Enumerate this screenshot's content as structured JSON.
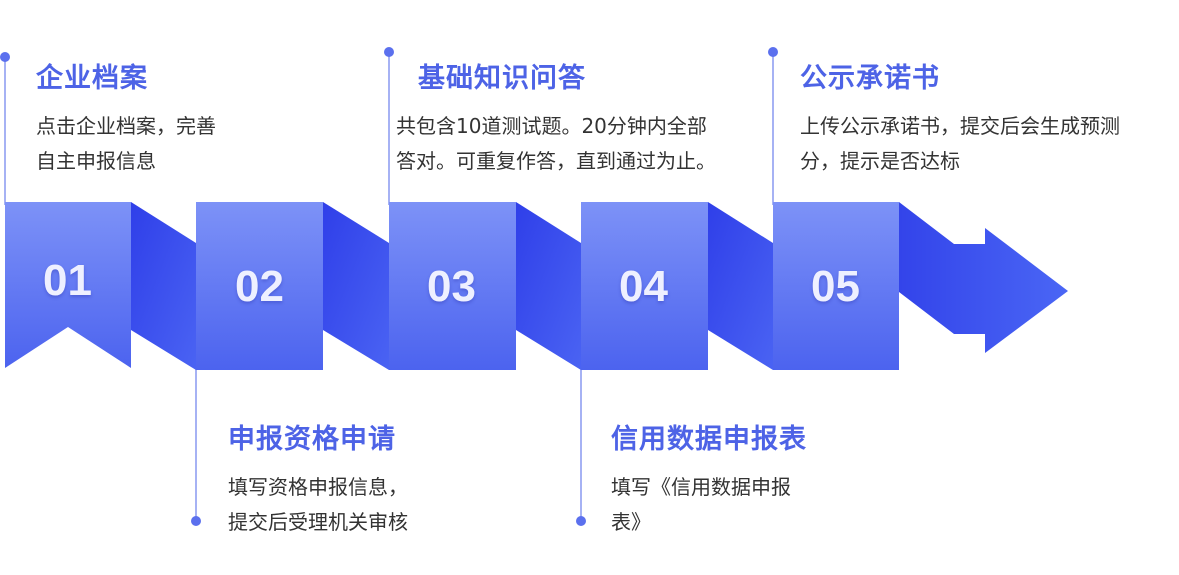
{
  "steps": [
    {
      "number": "01",
      "title": "企业档案",
      "desc": [
        "点击企业档案，完善",
        "自主申报信息"
      ]
    },
    {
      "number": "02",
      "title": "申报资格申请",
      "desc": [
        "填写资格申报信息，",
        "提交后受理机关审核"
      ]
    },
    {
      "number": "03",
      "title": "基础知识问答",
      "desc": [
        "共包含10道测试题。20分钟内全部",
        "答对。可重复作答，直到通过为止。"
      ]
    },
    {
      "number": "04",
      "title": "信用数据申报表",
      "desc": [
        "填写《信用数据申报",
        "表》"
      ]
    },
    {
      "number": "05",
      "title": "公示承诺书",
      "desc": [
        "上传公示承诺书，提交后会生成预测",
        "分，提示是否达标"
      ]
    }
  ],
  "colors": {
    "block_light": "#7a8ff5",
    "block_dark": "#4c64f0",
    "fold": "#3848ee",
    "title": "#4d63e6",
    "line": "#8898f0"
  }
}
